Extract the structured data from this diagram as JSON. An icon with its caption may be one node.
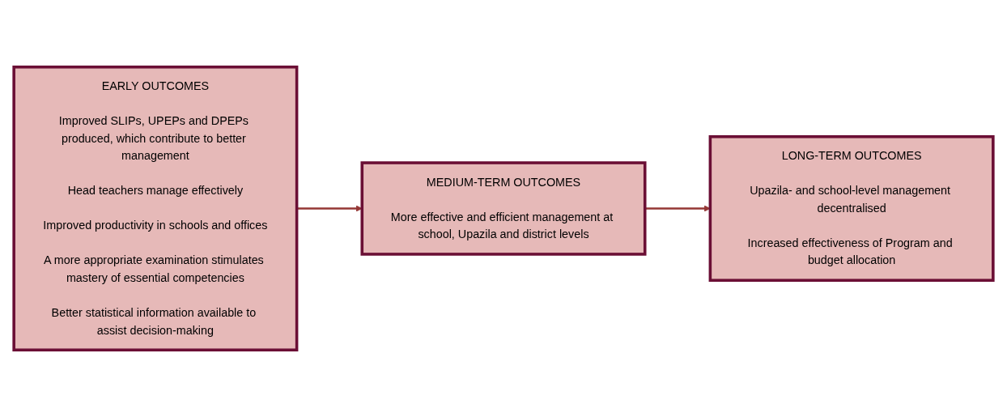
{
  "diagram": {
    "nodes": [
      {
        "text": [
          "EARLY OUTCOMES",
          "Improved SLIPs, UPEPs and DPEPs produced, which contribute to better management",
          "Head teachers manage effectively",
          "Improved productivity in schools and offices",
          "A more appropriate examination stimulates mastery of essential competencies",
          "Better statistical information available to assist decision-making"
        ]
      },
      {
        "text": [
          "MEDIUM-TERM OUTCOMES",
          "More effective and efficient management at school, Upazila and district levels"
        ]
      },
      {
        "text": [
          "LONG-TERM OUTCOMES",
          "Upazila- and school-level management decentralised",
          "Increased effectiveness of Program and budget allocation"
        ]
      }
    ],
    "edges": [
      {
        "from": 0,
        "to": 1,
        "arrow": "to"
      },
      {
        "from": 1,
        "to": 2,
        "arrow": "to"
      }
    ]
  }
}
